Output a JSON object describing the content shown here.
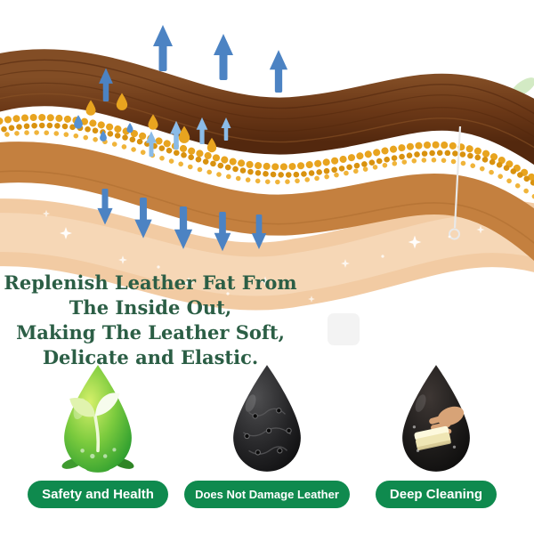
{
  "headline": {
    "lines": [
      "Replenish Leather Fat From",
      "The Inside Out,",
      "Making The Leather Soft,",
      "Delicate and Elastic."
    ],
    "text_color": "#2b5e45"
  },
  "features": [
    {
      "icon": "sprout-droplet-icon",
      "label": "Safety and Health"
    },
    {
      "icon": "leather-droplet-icon",
      "label": "Does Not Damage Leather"
    },
    {
      "icon": "sponge-droplet-icon",
      "label": "Deep Cleaning"
    }
  ],
  "badge": {
    "background": "#0f8a4e",
    "text_color": "#ffffff"
  },
  "diagram_colors": {
    "leather_top_layer": "#6b3817",
    "leather_mid_layer": "#c4803f",
    "leather_inner_layer": "#f2cba3",
    "fat_beads": "#e8a41f",
    "arrows": "#4c83c3",
    "inner_arrows": "#8abbe8"
  }
}
